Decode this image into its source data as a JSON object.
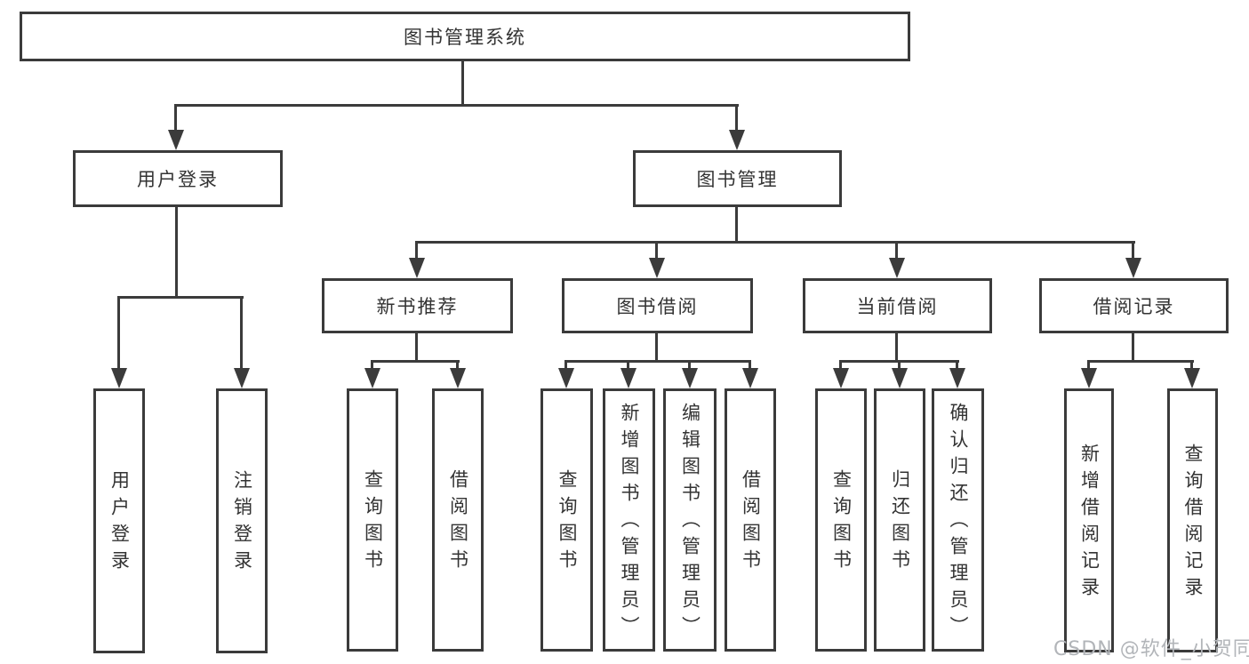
{
  "title": "图书管理系统",
  "watermark": "CSDN @软件_小贺同学",
  "colors": {
    "line": "#3b3b3b",
    "text": "#333333",
    "watermark": "#b2b5b9",
    "background": "#ffffff"
  },
  "tree": {
    "root": "图书管理系统",
    "branches": [
      {
        "label": "用户登录",
        "children": [
          "用户登录",
          "注销登录"
        ]
      },
      {
        "label": "图书管理",
        "children": [
          {
            "label": "新书推荐",
            "children": [
              "查询图书",
              "借阅图书"
            ]
          },
          {
            "label": "图书借阅",
            "children": [
              "查询图书",
              "新增图书（管理员）",
              "编辑图书（管理员）",
              "借阅图书"
            ]
          },
          {
            "label": "当前借阅",
            "children": [
              "查询图书",
              "归还图书",
              "确认归还（管理员）"
            ]
          },
          {
            "label": "借阅记录",
            "children": [
              "新增借阅记录",
              "查询借阅记录"
            ]
          }
        ]
      }
    ]
  }
}
